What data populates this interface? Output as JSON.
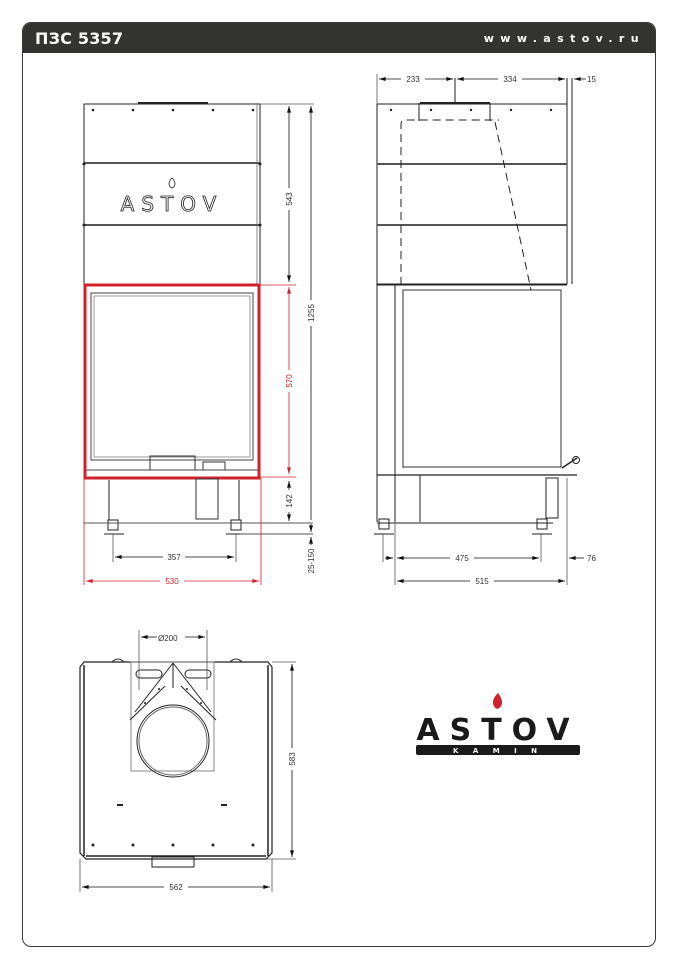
{
  "header": {
    "model": "ПЗС 5357",
    "website": "www.astov.ru"
  },
  "colors": {
    "header_bg": "#333331",
    "accent_red": "#d0202a",
    "line": "#222222"
  },
  "front_view": {
    "logo_text": "ASTOV",
    "dimensions": {
      "top_section_height": "543",
      "total_height": "1255",
      "firebox_height": "570",
      "base_height": "142",
      "leg_adjust": "25-150",
      "leg_spacing": "357",
      "width": "530"
    }
  },
  "side_view": {
    "dimensions": {
      "flue_offset": "233",
      "flue_to_back": "334",
      "back_gap": "15",
      "leg_spacing": "475",
      "overhang": "76",
      "depth": "515"
    }
  },
  "top_view": {
    "dimensions": {
      "flue_diameter": "Ø200",
      "depth": "583",
      "width": "562"
    }
  },
  "brand_logo": {
    "name": "ASTOV",
    "subtitle": "K A M I N"
  }
}
